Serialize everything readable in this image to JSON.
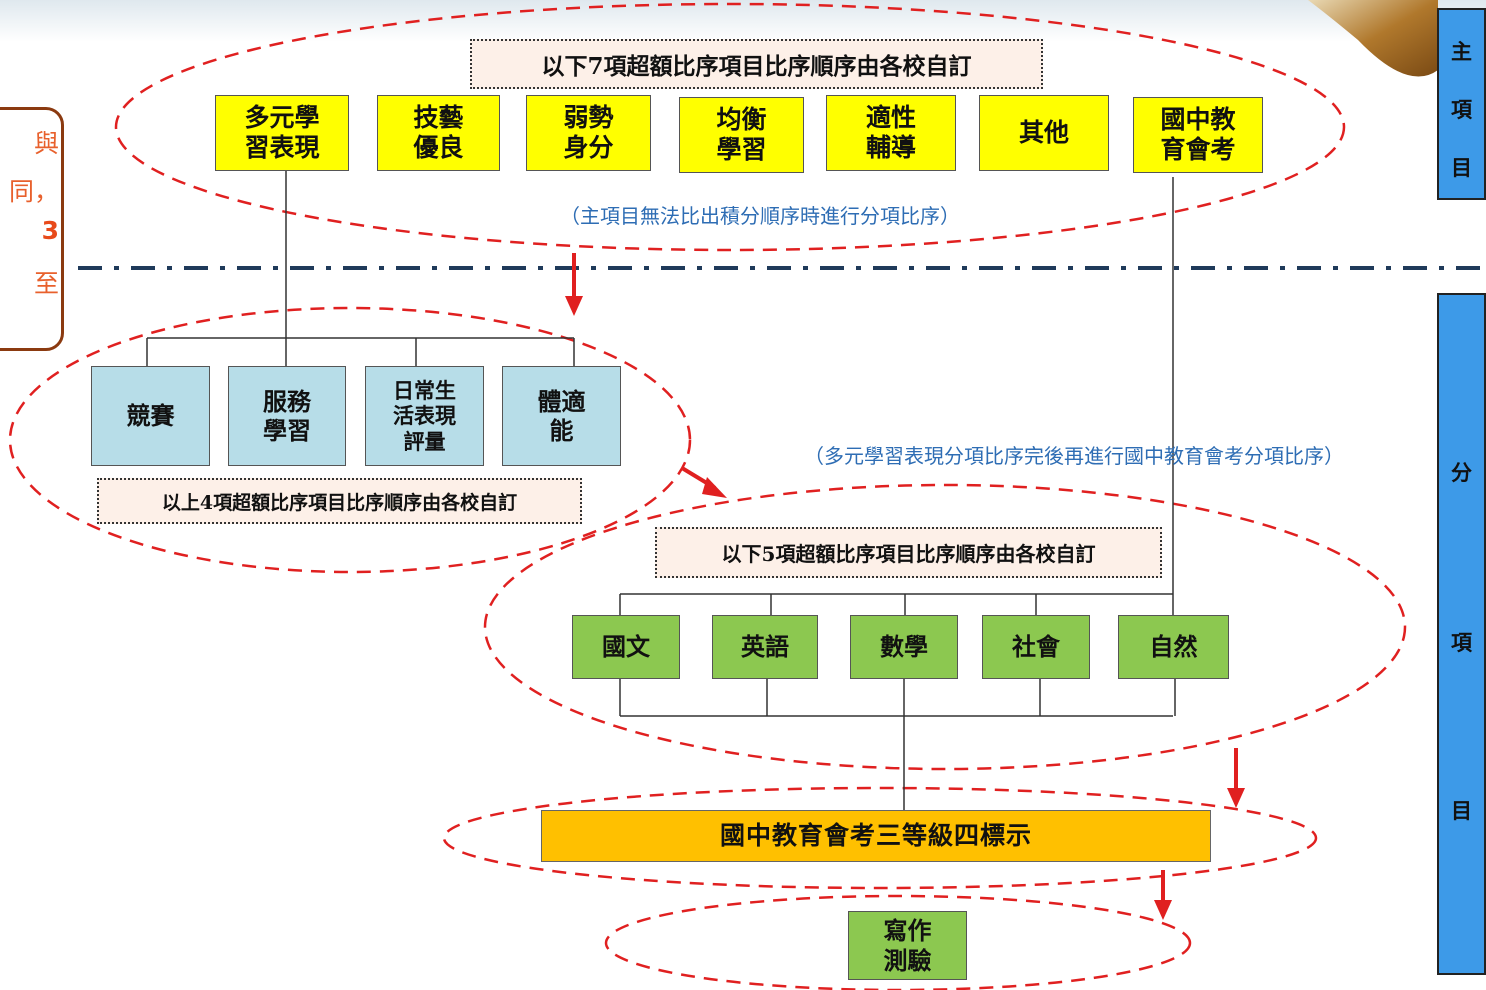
{
  "main": {
    "header": "以下7項超額比序項目比序順序由各校自訂",
    "items": [
      "多元學\n習表現",
      "技藝\n優良",
      "弱勢\n身分",
      "均衡\n學習",
      "適性\n輔導",
      "其他",
      "國中教\n育會考"
    ],
    "note": "（主項目無法比出積分順序時進行分項比序）"
  },
  "multi": {
    "items": [
      "競賽",
      "服務\n學習",
      "日常生\n活表現\n評量",
      "體適\n能"
    ],
    "footer": "以上4項超額比序項目比序順序由各校自訂"
  },
  "exam_note": "（多元學習表現分項比序完後再進行國中教育會考分項比序）",
  "subjects": {
    "header": "以下5項超額比序項目比序順序由各校自訂",
    "items": [
      "國文",
      "英語",
      "數學",
      "社會",
      "自然"
    ]
  },
  "levels": "國中教育會考三等級四標示",
  "writing": "寫作\n測驗",
  "side": {
    "main_chars": [
      "主",
      "項",
      "目"
    ],
    "sub_chars": [
      "分",
      "項",
      "目"
    ]
  },
  "callout": {
    "lines": [
      "與",
      "同，",
      "3",
      "至"
    ]
  },
  "colors": {
    "red": "#e02020",
    "navy": "#1f3a5a",
    "yellow": "#ffff00",
    "light_blue": "#b7dde8",
    "green": "#8cc850",
    "orange": "#ffc000",
    "panel_blue": "#3d9ae8",
    "note_blue": "#2e6db4"
  }
}
